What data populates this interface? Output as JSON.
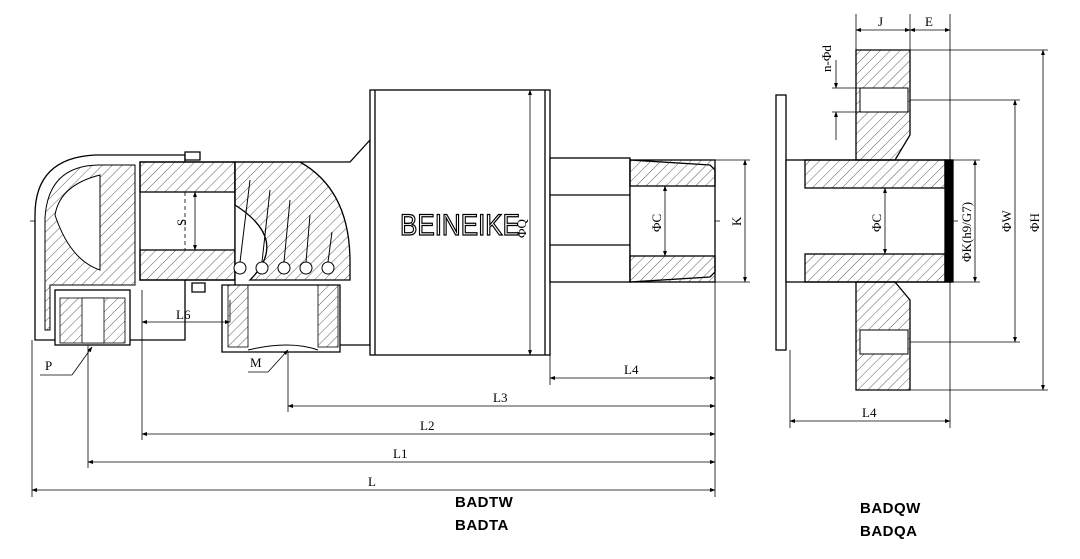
{
  "brand": "BEINEIKE",
  "labels": {
    "S": "S",
    "L6": "L6",
    "P": "P",
    "M": "M",
    "Q": "ΦQ",
    "C_left": "ΦC",
    "K_left": "K",
    "L4_left": "L4",
    "L3": "L3",
    "L2": "L2",
    "L1": "L1",
    "L": "L",
    "J": "J",
    "E": "E",
    "nd": "n-Φd",
    "C_right": "ΦC",
    "K_right": "ΦK(h9/G7)",
    "W": "ΦW",
    "H": "ΦH",
    "L4_right": "L4"
  },
  "captions": {
    "left_line1": "BADTW",
    "left_line2": "BADTA",
    "right_line1": "BADQW",
    "right_line2": "BADQA"
  },
  "colors": {
    "line": "#000000",
    "hatch": "#333333",
    "background": "#ffffff"
  }
}
